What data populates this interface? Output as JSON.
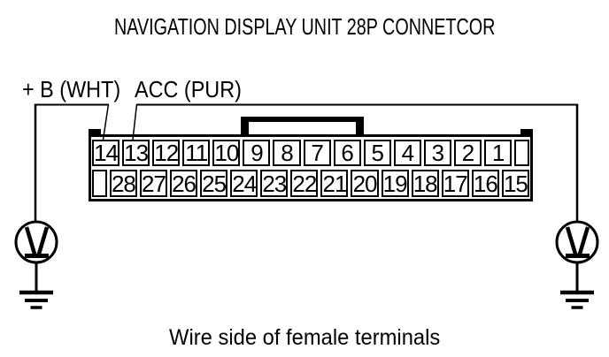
{
  "title": "NAVIGATION DISPLAY UNIT 28P CONNETCOR",
  "wire_labels": {
    "b_plus": "+ B (WHT)",
    "acc": "ACC (PUR)"
  },
  "connector": {
    "pins_top": [
      "14",
      "13",
      "12",
      "11",
      "10",
      "9",
      "8",
      "7",
      "6",
      "5",
      "4",
      "3",
      "2",
      "1"
    ],
    "pins_bottom": [
      "28",
      "27",
      "26",
      "25",
      "24",
      "23",
      "22",
      "21",
      "20",
      "19",
      "18",
      "17",
      "16",
      "15"
    ]
  },
  "caption": "Wire side of female terminals",
  "icons": {
    "left": "ground-symbol",
    "right": "ground-symbol"
  },
  "colors": {
    "line": "#000000",
    "background": "#ffffff"
  }
}
